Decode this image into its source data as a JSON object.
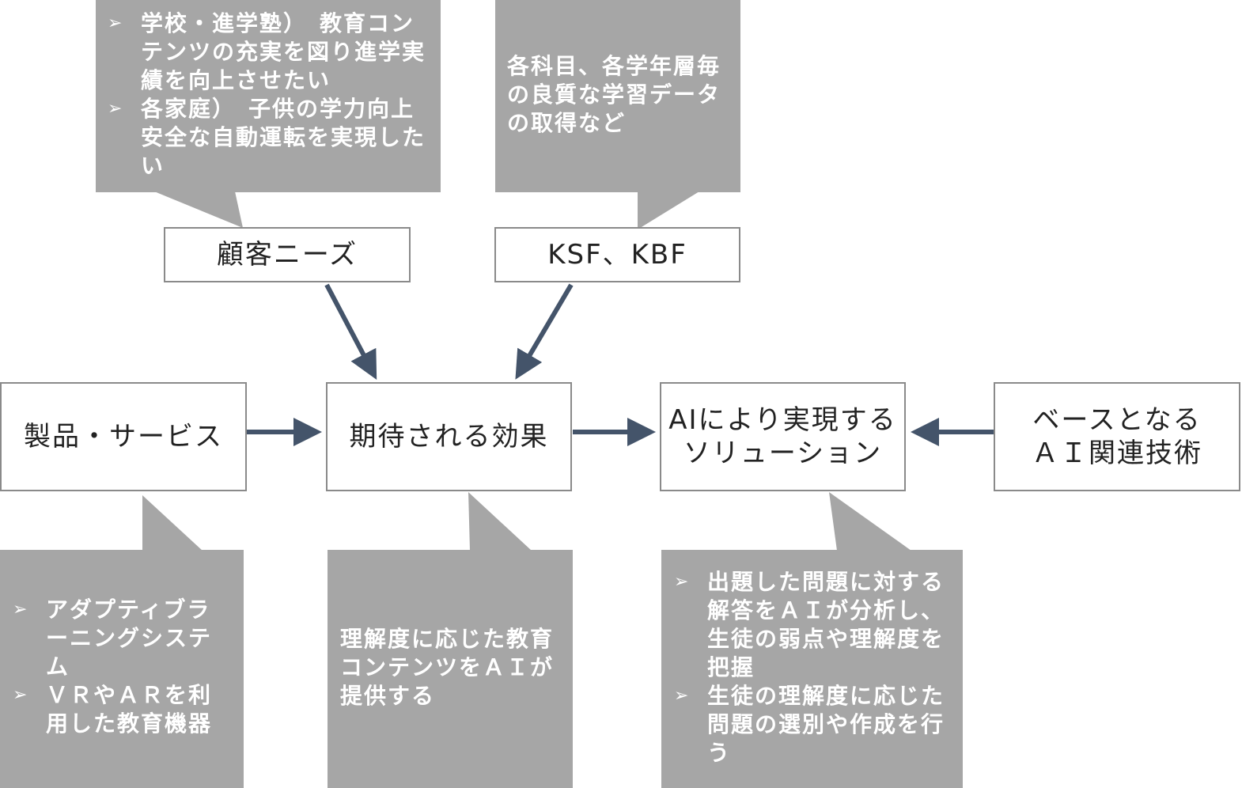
{
  "boxes": {
    "customer_needs": "顧客ニーズ",
    "ksf_kbf": "KSF、KBF",
    "products": "製品・サービス",
    "expected_effect": "期待される効果",
    "ai_solution": [
      "AIにより実現する",
      "ソリューション"
    ],
    "base_ai": [
      "ベースとなる",
      "ＡＩ関連技術"
    ]
  },
  "callouts": {
    "customer_needs": {
      "bullet_marker": "➢",
      "items": [
        "学校・進学塾）　教育コンテンツの充実を図り進学実績を向上させたい",
        "各家庭）　子供の学力向上安全な自動運転を実現したい"
      ]
    },
    "ksf_kbf": {
      "text": "各科目、各学年層毎の良質な学習データの取得など"
    },
    "products": {
      "bullet_marker": "➢",
      "items": [
        "アダプティブラーニングシステム",
        "ＶＲやＡＲを利用した教育機器"
      ]
    },
    "expected_effect": {
      "text": "理解度に応じた教育コンテンツをＡＩが提供する"
    },
    "ai_solution": {
      "bullet_marker": "➢",
      "items": [
        "出題した問題に対する解答をＡＩが分析し、生徒の弱点や理解度を把握",
        "生徒の理解度に応じた問題の選別や作成を行う"
      ]
    }
  },
  "colors": {
    "callout_fill": "#a6a6a6",
    "arrow": "#44546a",
    "box_border": "#8a8a8a"
  }
}
